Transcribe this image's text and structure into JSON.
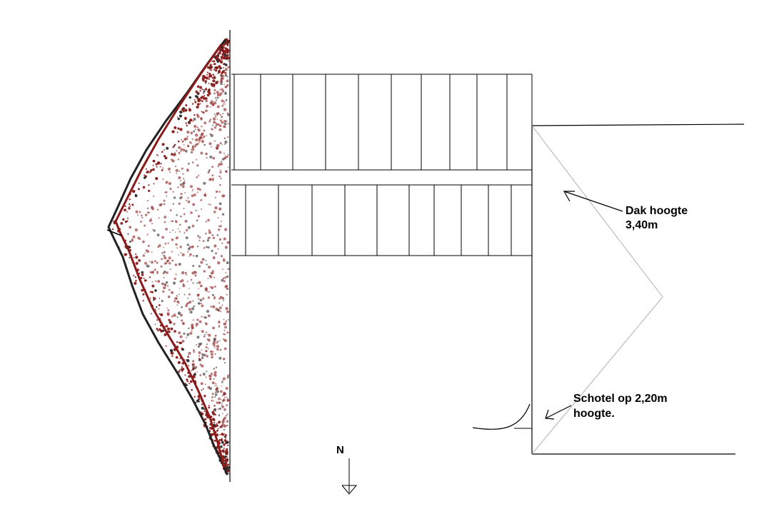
{
  "labels": {
    "roof_height_line1": "Dak hoogte",
    "roof_height_line2": "3,40m",
    "dish_line1": "Schotel op 2,20m",
    "dish_line2": "hoogte.",
    "north": "N"
  },
  "colors": {
    "ink": "#000000",
    "hedge_red": "#8b1a1a",
    "hedge_dark": "#2a2a2a",
    "roof_line": "#b0b0b0"
  },
  "icons": {
    "north_arrow": "arrow-down-icon",
    "callout_arrow": "arrow-icon"
  }
}
